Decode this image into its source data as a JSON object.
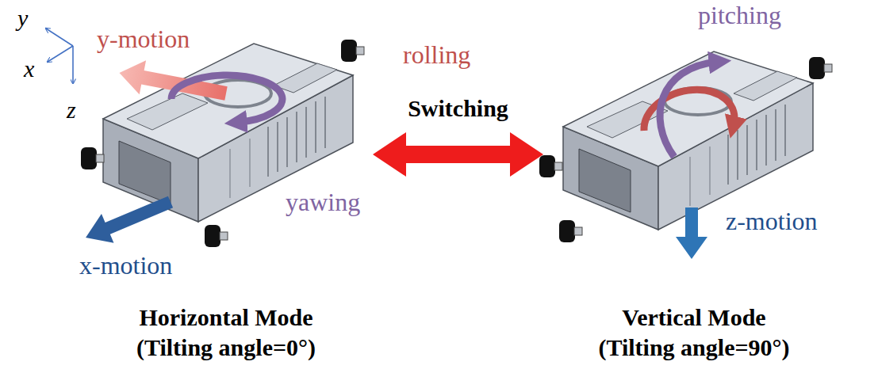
{
  "diagram": {
    "nodes": [
      {
        "text": [
          "Horizontal Mode",
          "(Tilting angle=0°)"
        ]
      },
      {
        "text": [
          "Vertical Mode",
          "(Tilting angle=90°)"
        ]
      }
    ],
    "edges": [
      {
        "from": 0,
        "to": 1,
        "arrow": "both",
        "label": "Switching"
      }
    ],
    "labels": [
      "y",
      "x",
      "z",
      "y-motion",
      "yawing",
      "x-motion",
      "rolling",
      "pitching",
      "z-motion"
    ]
  }
}
